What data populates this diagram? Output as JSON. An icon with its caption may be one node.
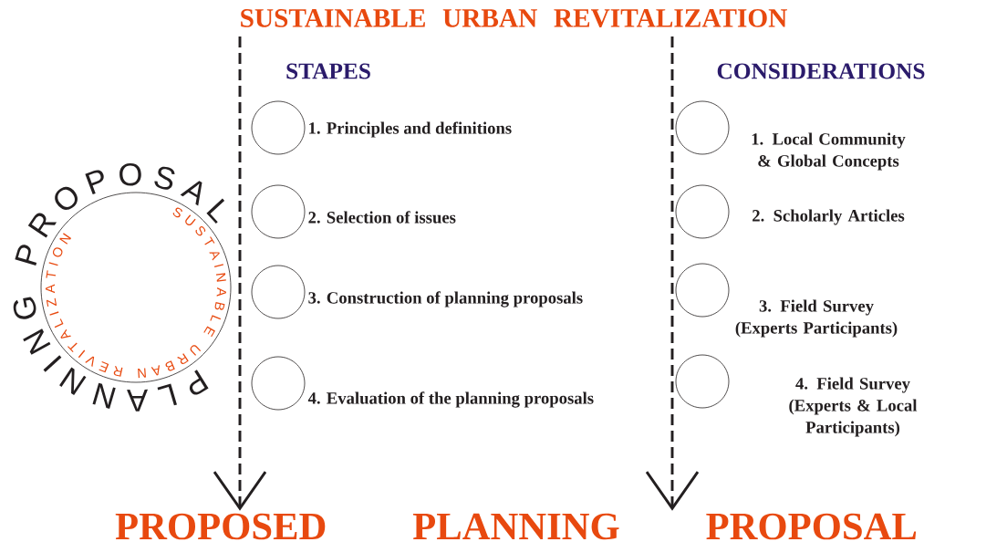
{
  "diagram": {
    "title": "SUSTAINABLE URBAN REVITALIZATION",
    "nodes": [
      {
        "text": [
          "PLANNING PROPOSAL",
          "SUSTAINABLE URBAN REVITALIZATION"
        ]
      },
      {
        "text": [
          "1. Principles and definitions"
        ]
      },
      {
        "text": [
          "2. Selection of issues"
        ]
      },
      {
        "text": [
          "3. Construction of planning proposals"
        ]
      },
      {
        "text": [
          "4. Evaluation of the planning proposals"
        ]
      },
      {
        "text": [
          "1. Local Community & Global Concepts"
        ]
      },
      {
        "text": [
          "2. Scholarly Articles"
        ]
      },
      {
        "text": [
          "3. Field Survey",
          "(Experts Participants)"
        ]
      },
      {
        "text": [
          "4. Field Survey",
          "(Experts & Local Participants)"
        ]
      },
      {
        "text": [
          "PROPOSED PLANNING PROPOSAL"
        ]
      }
    ],
    "edges": [
      {
        "from": null,
        "to": 9,
        "arrow": "to",
        "style": "dashed"
      },
      {
        "from": null,
        "to": 9,
        "arrow": "to",
        "style": "dashed"
      }
    ],
    "labels": [
      "STAPES",
      "CONSIDERATIONS"
    ]
  }
}
